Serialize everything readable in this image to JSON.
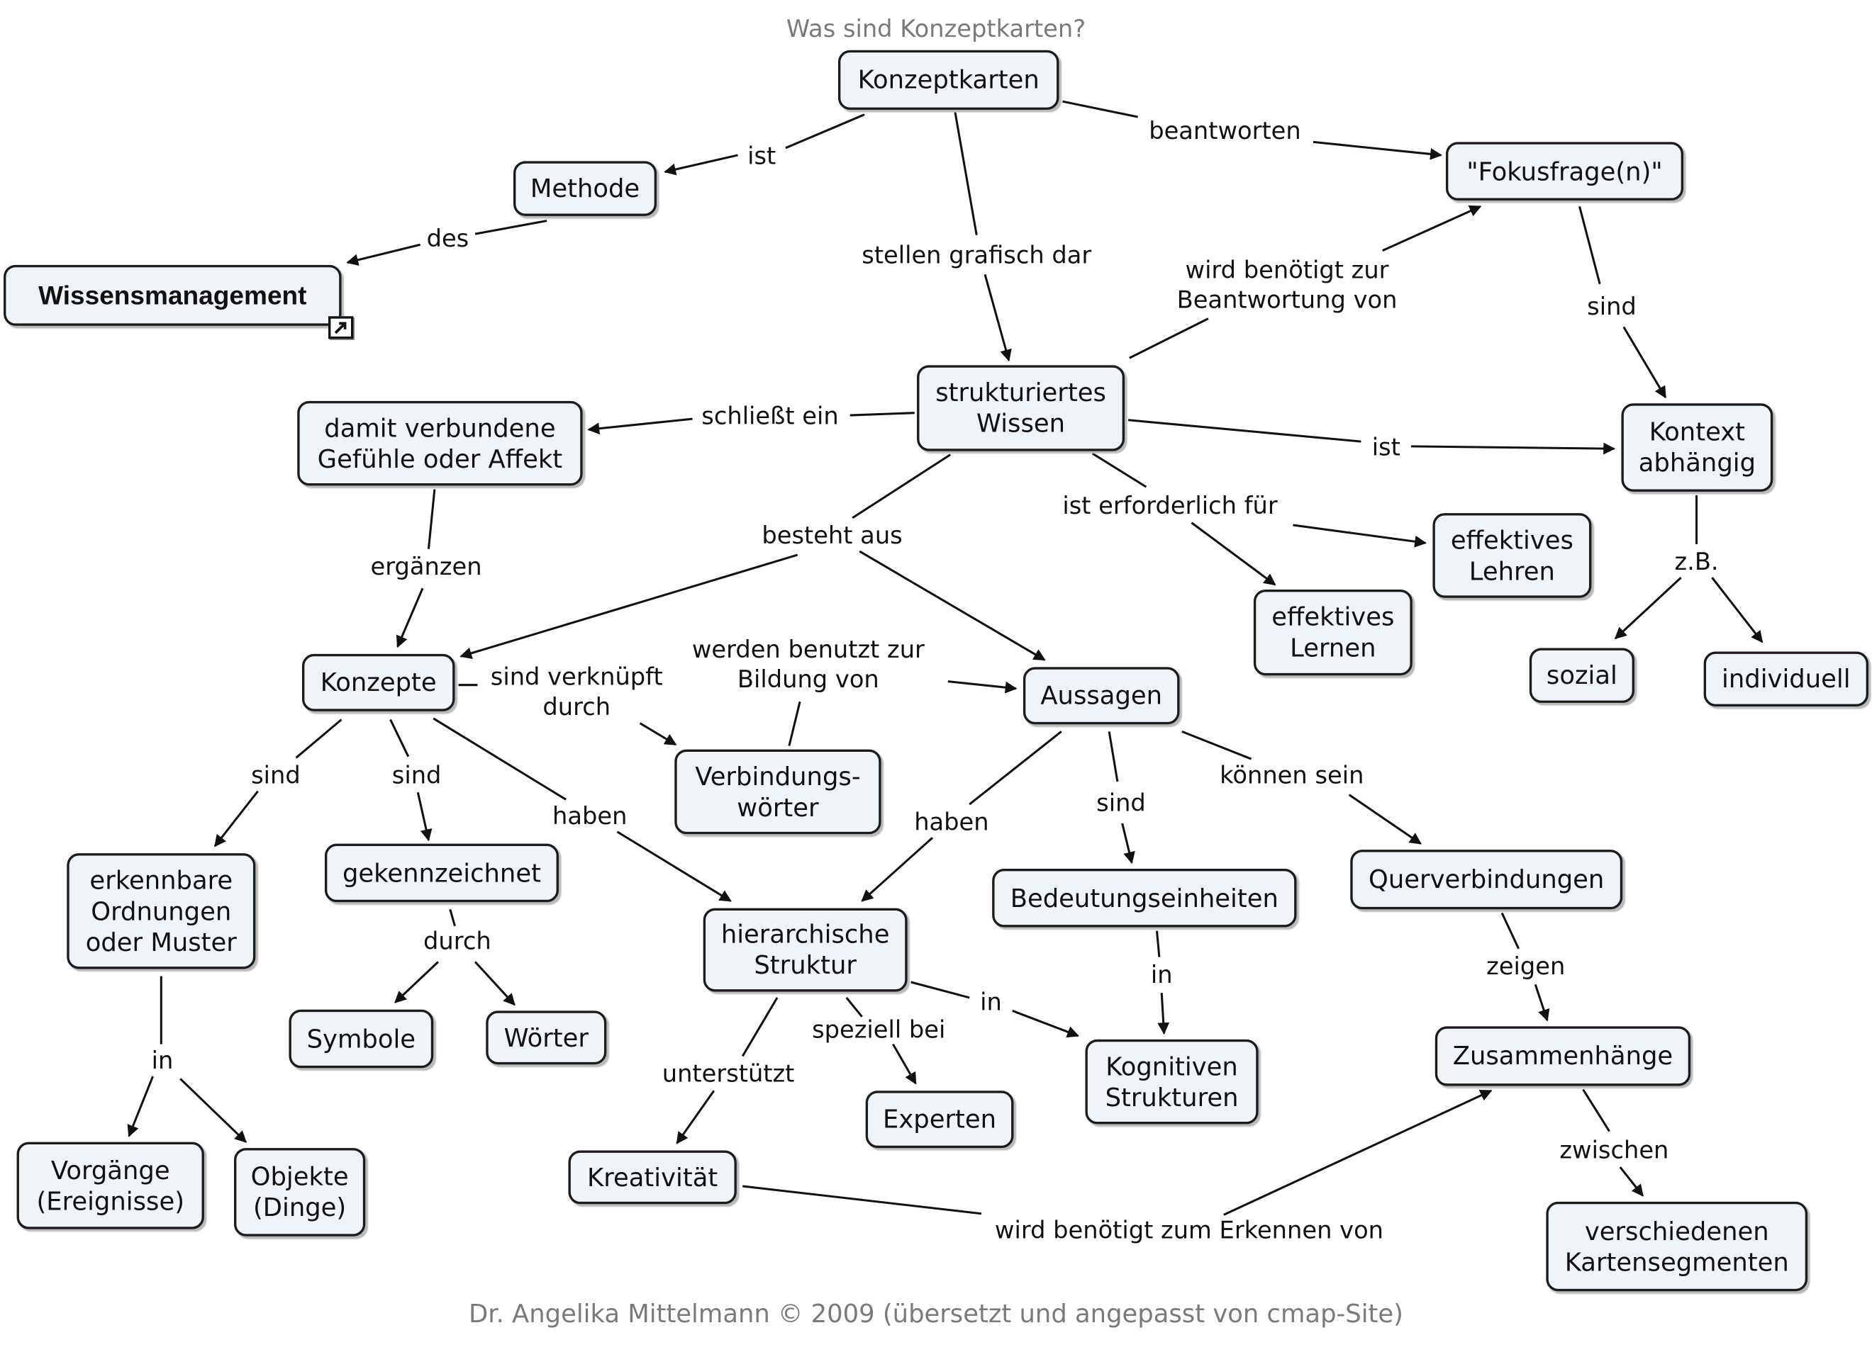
{
  "title": "Was sind Konzeptkarten?",
  "footer": "Dr. Angelika Mittelmann © 2009 (übersetzt und angepasst von cmap-Site)",
  "concepts": {
    "konzeptkarten": "Konzeptkarten",
    "methode": "Methode",
    "wissensmanagement": "Wissensmanagement",
    "fokusfragen": "\"Fokusfrage(n)\"",
    "strukturiertes_wissen": "strukturiertes\nWissen",
    "gefuehle": "damit verbundene\nGefühle oder Affekt",
    "kontext": "Kontext\nabhängig",
    "effektives_lehren": "effektives\nLehren",
    "effektives_lernen": "effektives\nLernen",
    "konzepte": "Konzepte",
    "aussagen": "Aussagen",
    "verbindungswoerter": "Verbindungs-\nwörter",
    "sozial": "sozial",
    "individuell": "individuell",
    "erkennbare_ordnungen": "erkennbare\nOrdnungen\noder Muster",
    "gekennzeichnet": "gekennzeichnet",
    "hierarchische_struktur": "hierarchische\nStruktur",
    "bedeutungseinheiten": "Bedeutungseinheiten",
    "querverbindungen": "Querverbindungen",
    "symbole": "Symbole",
    "woerter": "Wörter",
    "experten": "Experten",
    "kognitive_strukturen": "Kognitiven\nStrukturen",
    "zusammenhaenge": "Zusammenhänge",
    "vorgaenge": "Vorgänge\n(Ereignisse)",
    "objekte": "Objekte\n(Dinge)",
    "kreativitaet": "Kreativität",
    "kartensegmente": "verschiedenen\nKartensegmenten"
  },
  "links": {
    "ist_1": "ist",
    "des": "des",
    "beantworten": "beantworten",
    "stellen_grafisch_dar": "stellen grafisch dar",
    "wird_benoetigt_beantwortung": "wird benötigt zur\nBeantwortung von",
    "sind_1": "sind",
    "schliesst_ein": "schließt ein",
    "ist_2": "ist",
    "ergaenzen": "ergänzen",
    "besteht_aus": "besteht aus",
    "ist_erforderlich_fuer": "ist erforderlich für",
    "zb": "z.B.",
    "sind_verknuepft_durch": "sind verknüpft\ndurch",
    "werden_benutzt_zur": "werden benutzt zur\nBildung von",
    "sind_2": "sind",
    "sind_3": "sind",
    "haben_1": "haben",
    "haben_2": "haben",
    "sind_4": "sind",
    "koennen_sein": "können sein",
    "durch": "durch",
    "in_1": "in",
    "zeigen": "zeigen",
    "in_2": "in",
    "speziell_bei": "speziell bei",
    "in_3": "in",
    "unterstuetzt": "unterstützt",
    "zwischen": "zwischen",
    "wird_benoetigt_erkennen": "wird benötigt zum Erkennen von"
  },
  "colors": {
    "node_fill": "#eef4f7",
    "node_border": "#1c1c1c",
    "line": "#111111",
    "title_text": "#7a7a7a"
  }
}
